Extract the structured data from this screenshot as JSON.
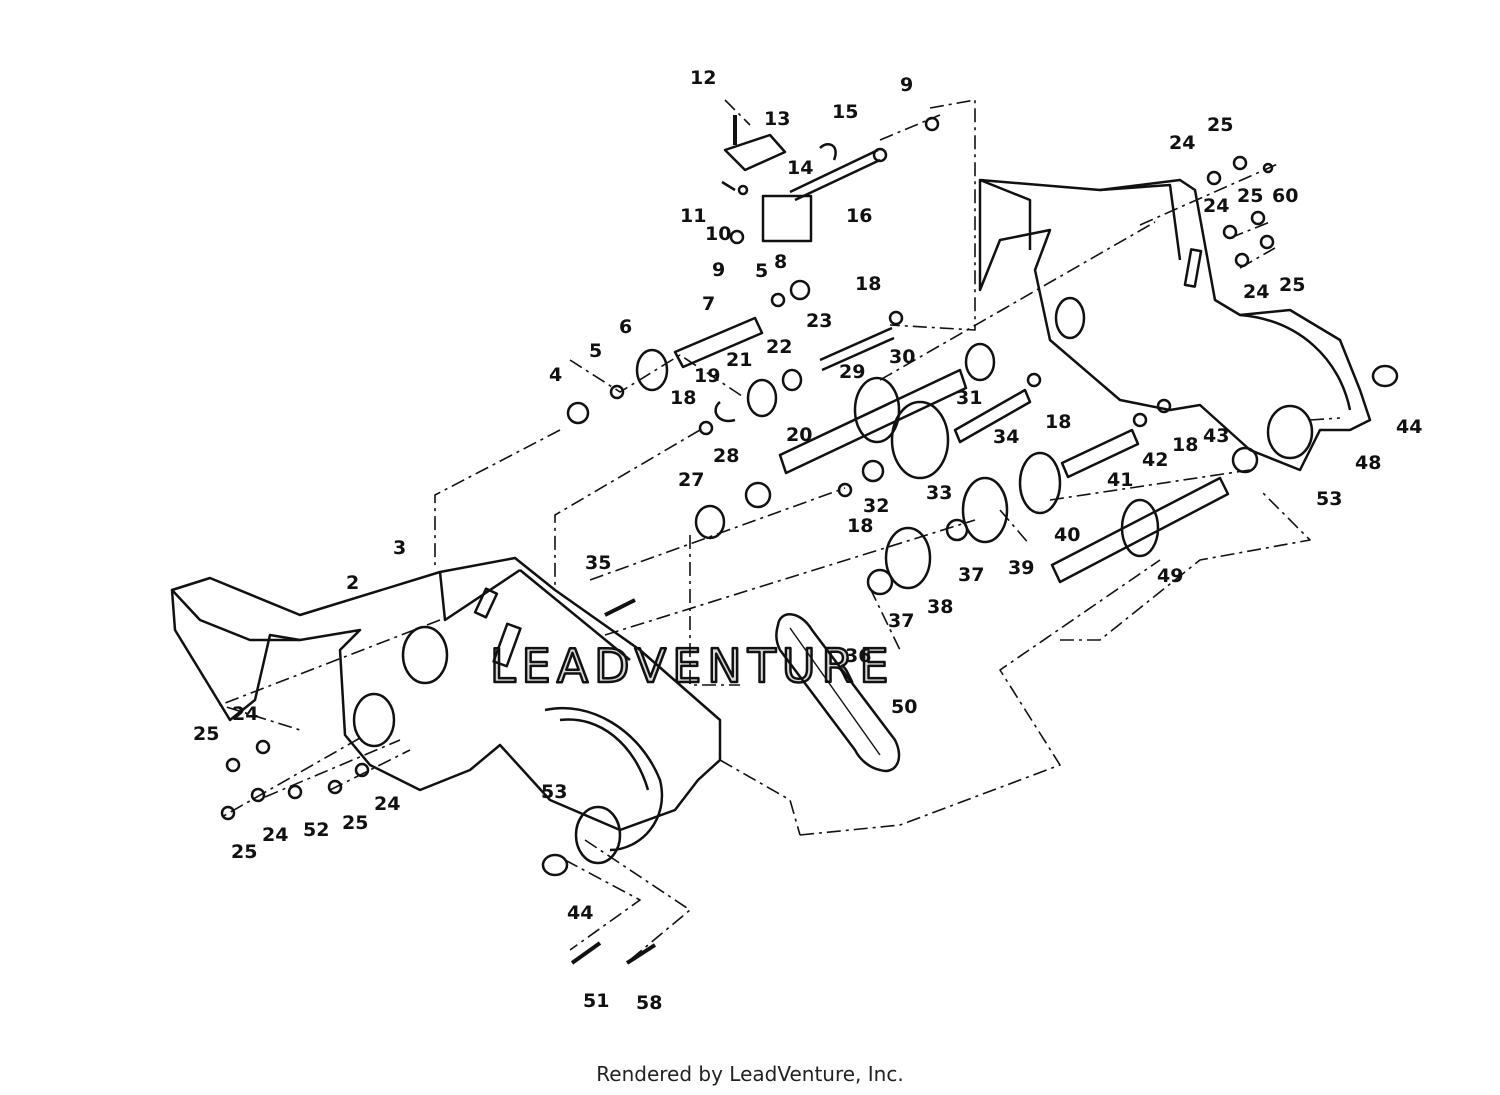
{
  "watermark": "LEADVENTURE",
  "credit": "Rendered by LeadVenture, Inc.",
  "labels": {
    "l2": "2",
    "l3": "3",
    "l4": "4",
    "l5a": "5",
    "l5b": "5",
    "l6": "6",
    "l7": "7",
    "l8": "8",
    "l9a": "9",
    "l9b": "9",
    "l10": "10",
    "l11": "11",
    "l12": "12",
    "l13": "13",
    "l14": "14",
    "l15": "15",
    "l16": "16",
    "l18a": "18",
    "l18b": "18",
    "l18c": "18",
    "l18d": "18",
    "l18e": "18",
    "l19": "19",
    "l20": "20",
    "l21": "21",
    "l22": "22",
    "l23": "23",
    "l24a": "24",
    "l24b": "24",
    "l24c": "24",
    "l24d": "24",
    "l24e": "24",
    "l24f": "24",
    "l25a": "25",
    "l25b": "25",
    "l25c": "25",
    "l25d": "25",
    "l25e": "25",
    "l25f": "25",
    "l27": "27",
    "l28": "28",
    "l29": "29",
    "l30": "30",
    "l31": "31",
    "l32": "32",
    "l33": "33",
    "l34": "34",
    "l35": "35",
    "l36": "36",
    "l37a": "37",
    "l37b": "37",
    "l38": "38",
    "l39": "39",
    "l40": "40",
    "l41": "41",
    "l42": "42",
    "l43": "43",
    "l44a": "44",
    "l44b": "44",
    "l48": "48",
    "l49": "49",
    "l50": "50",
    "l51": "51",
    "l52": "52",
    "l53a": "53",
    "l53b": "53",
    "l58": "58",
    "l60": "60"
  }
}
